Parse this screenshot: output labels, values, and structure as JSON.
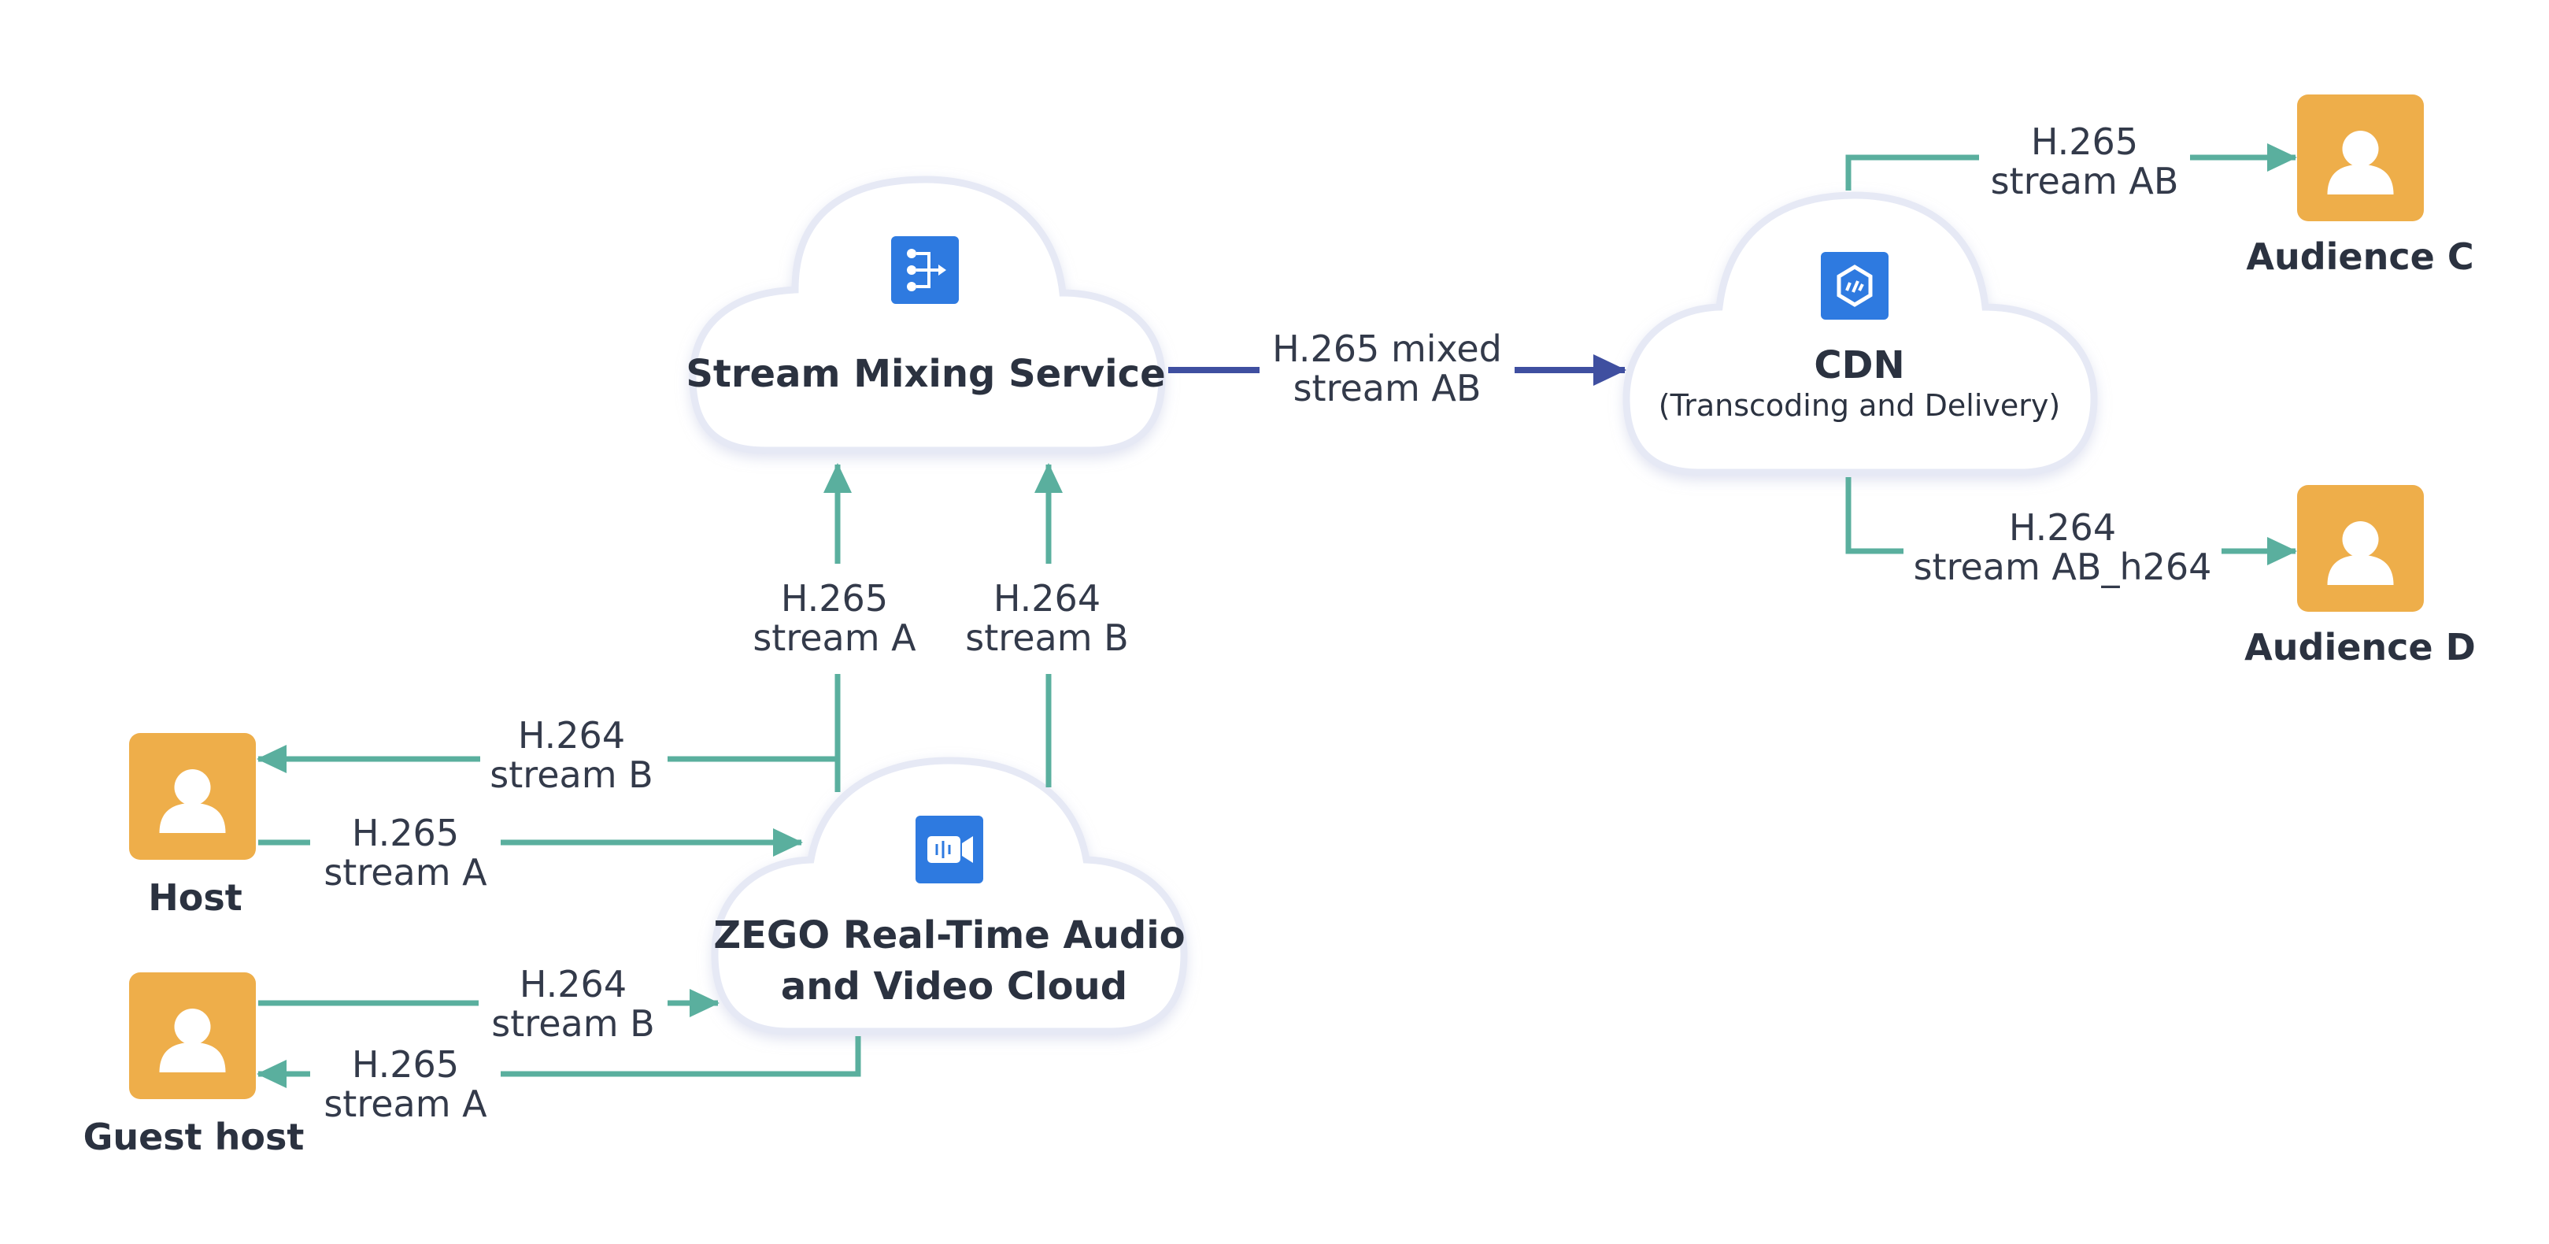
{
  "nodes": {
    "mixing": {
      "title": "Stream Mixing Service",
      "icon": "mixing-icon"
    },
    "cdn": {
      "title": "CDN",
      "subtitle": "(Transcoding and Delivery)",
      "icon": "cdn-icon"
    },
    "rtc": {
      "title_line1": "ZEGO Real-Time Audio",
      "title_line2": "and Video Cloud",
      "icon": "video-cloud-icon"
    },
    "host": {
      "label": "Host",
      "icon": "person-icon"
    },
    "guest": {
      "label": "Guest host",
      "icon": "person-icon"
    },
    "audience_c": {
      "label": "Audience C",
      "icon": "person-icon"
    },
    "audience_d": {
      "label": "Audience D",
      "icon": "person-icon"
    }
  },
  "edges": {
    "rtc_to_host": {
      "line1": "H.264",
      "line2": "stream B"
    },
    "host_to_rtc": {
      "line1": "H.265",
      "line2": "stream A"
    },
    "guest_to_rtc": {
      "line1": "H.264",
      "line2": "stream B"
    },
    "rtc_to_guest": {
      "line1": "H.265",
      "line2": "stream A"
    },
    "rtc_to_mixing_a": {
      "line1": "H.265",
      "line2": "stream A"
    },
    "rtc_to_mixing_b": {
      "line1": "H.264",
      "line2": "stream B"
    },
    "mixing_to_cdn": {
      "line1": "H.265 mixed",
      "line2": "stream AB"
    },
    "cdn_to_c": {
      "line1": "H.265",
      "line2": "stream AB"
    },
    "cdn_to_d": {
      "line1": "H.264",
      "line2": "stream AB_h264"
    }
  },
  "colors": {
    "teal_arrow": "#5aaf9e",
    "navy_arrow": "#3f4fa0",
    "person_tile": "#eeae4a",
    "icon_blue": "#2e7ae0",
    "cloud_border": "#e6e9f5"
  }
}
